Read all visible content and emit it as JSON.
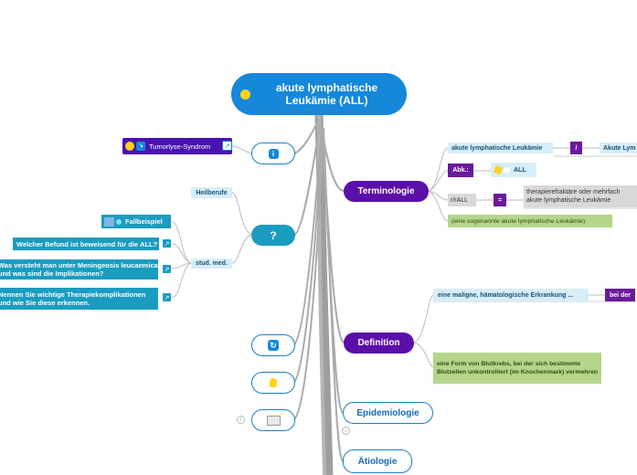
{
  "root": {
    "title": "akute lymphatische Leukämie (ALL)",
    "icon": "sun-icon"
  },
  "left_branches": {
    "tumorlyse": {
      "label": "Tumorlyse-Syndrom",
      "node_icon": "info-square-icon"
    },
    "question_node": {
      "icon": "question-mark-icon"
    },
    "heilberufe": "Heilberufe",
    "stud_med": "stud. med.",
    "fallbeispiel": "Fallbeispiel",
    "questions": [
      "Welcher Befund ist beweisend für die ALL?",
      "Was versteht man unter Meningeosis leucaemica und was sind die Implikationen?",
      "Nennen Sie wichtige Therapiekomplikationen und wie Sie diese erkennen."
    ],
    "extra_nodes": [
      {
        "icon": "refresh-icon"
      },
      {
        "icon": "lightbulb-icon"
      },
      {
        "icon": "book-icon"
      }
    ]
  },
  "right_branches": {
    "terminologie": {
      "label": "Terminologie",
      "row1": {
        "term": "akute lymphatische Leukämie",
        "sep": "/",
        "alt": "Akute Lym"
      },
      "row2": {
        "label": "Abk.:",
        "value": "ALL"
      },
      "row3": {
        "label": "r/rALL",
        "sep": "=",
        "text": "therapierefraktäre oder mehrfach akute lymphatische Leukämie"
      },
      "row4": "(eine sogenannte akute lymphatische Leukämie)"
    },
    "definition": {
      "label": "Definition",
      "row1": {
        "text": "eine maligne, hämatologische Erkrankung ...",
        "tag": "bei der"
      },
      "row2": "eine Form von Blutkrebs, bei der sich bestimmte Blutzellen unkontrolliert (im Knochenmark) vermehren"
    },
    "epidemiologie": "Epidemiologie",
    "aetiologie": "Ätiologie"
  },
  "colors": {
    "root": "#1687d9",
    "purple": "#5b0fa8",
    "teal": "#1a9cc0",
    "trunk": "#a6a6a6"
  }
}
